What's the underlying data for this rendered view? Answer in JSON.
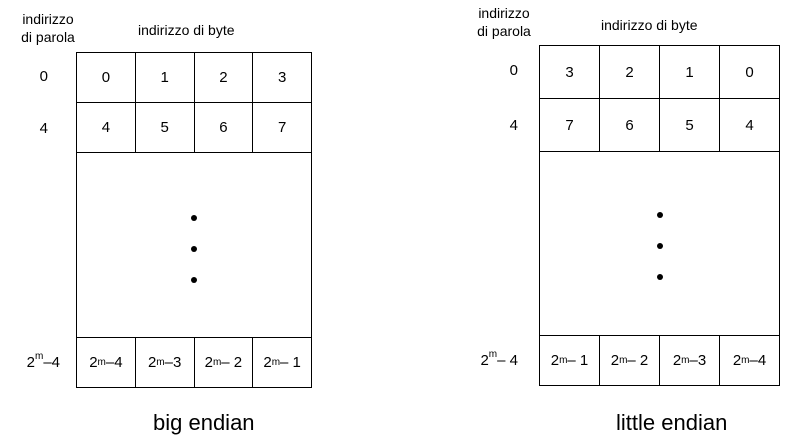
{
  "headers": {
    "word_line1": "indirizzo",
    "word_line2": "di parola",
    "byte": "indirizzo di byte"
  },
  "big_endian": {
    "caption": "big endian",
    "word_addresses": [
      "0",
      "4"
    ],
    "last_word_base": "2",
    "last_word_exp": "m",
    "last_word_rest": "–4",
    "row0": [
      "0",
      "1",
      "2",
      "3"
    ],
    "row1": [
      "4",
      "5",
      "6",
      "7"
    ],
    "last_row_exp": "m",
    "last_row": [
      "–4",
      "–3",
      "– 2",
      "– 1"
    ]
  },
  "little_endian": {
    "caption": "little endian",
    "word_addresses": [
      "0",
      "4"
    ],
    "last_word_base": "2",
    "last_word_exp": "m",
    "last_word_rest": "– 4",
    "row0": [
      "3",
      "2",
      "1",
      "0"
    ],
    "row1": [
      "7",
      "6",
      "5",
      "4"
    ],
    "last_row_exp": "m",
    "last_row": [
      "– 1",
      "– 2",
      "–3",
      "–4"
    ]
  }
}
